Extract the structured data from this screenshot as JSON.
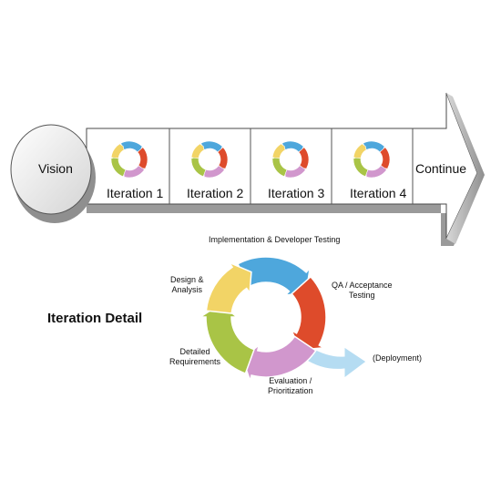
{
  "timeline": {
    "start_label": "Vision",
    "iterations": [
      {
        "label": "Iteration 1"
      },
      {
        "label": "Iteration 2"
      },
      {
        "label": "Iteration 3"
      },
      {
        "label": "Iteration 4"
      }
    ],
    "end_label": "Continue"
  },
  "detail": {
    "title": "Iteration Detail",
    "phases": [
      {
        "name": "implementation",
        "label": "Implementation & Developer Testing",
        "color": "#4ea7dc"
      },
      {
        "name": "qa",
        "label": "QA / Acceptance\nTesting",
        "color": "#de4b2b"
      },
      {
        "name": "evaluation",
        "label": "Evaluation /\nPrioritization",
        "color": "#d197cd"
      },
      {
        "name": "requirements",
        "label": "Detailed\nRequirements",
        "color": "#a9c446"
      },
      {
        "name": "design",
        "label": "Design &\nAnalysis",
        "color": "#f2d466"
      }
    ],
    "deployment": {
      "label": "(Deployment)",
      "color": "#b5dcf2"
    }
  }
}
